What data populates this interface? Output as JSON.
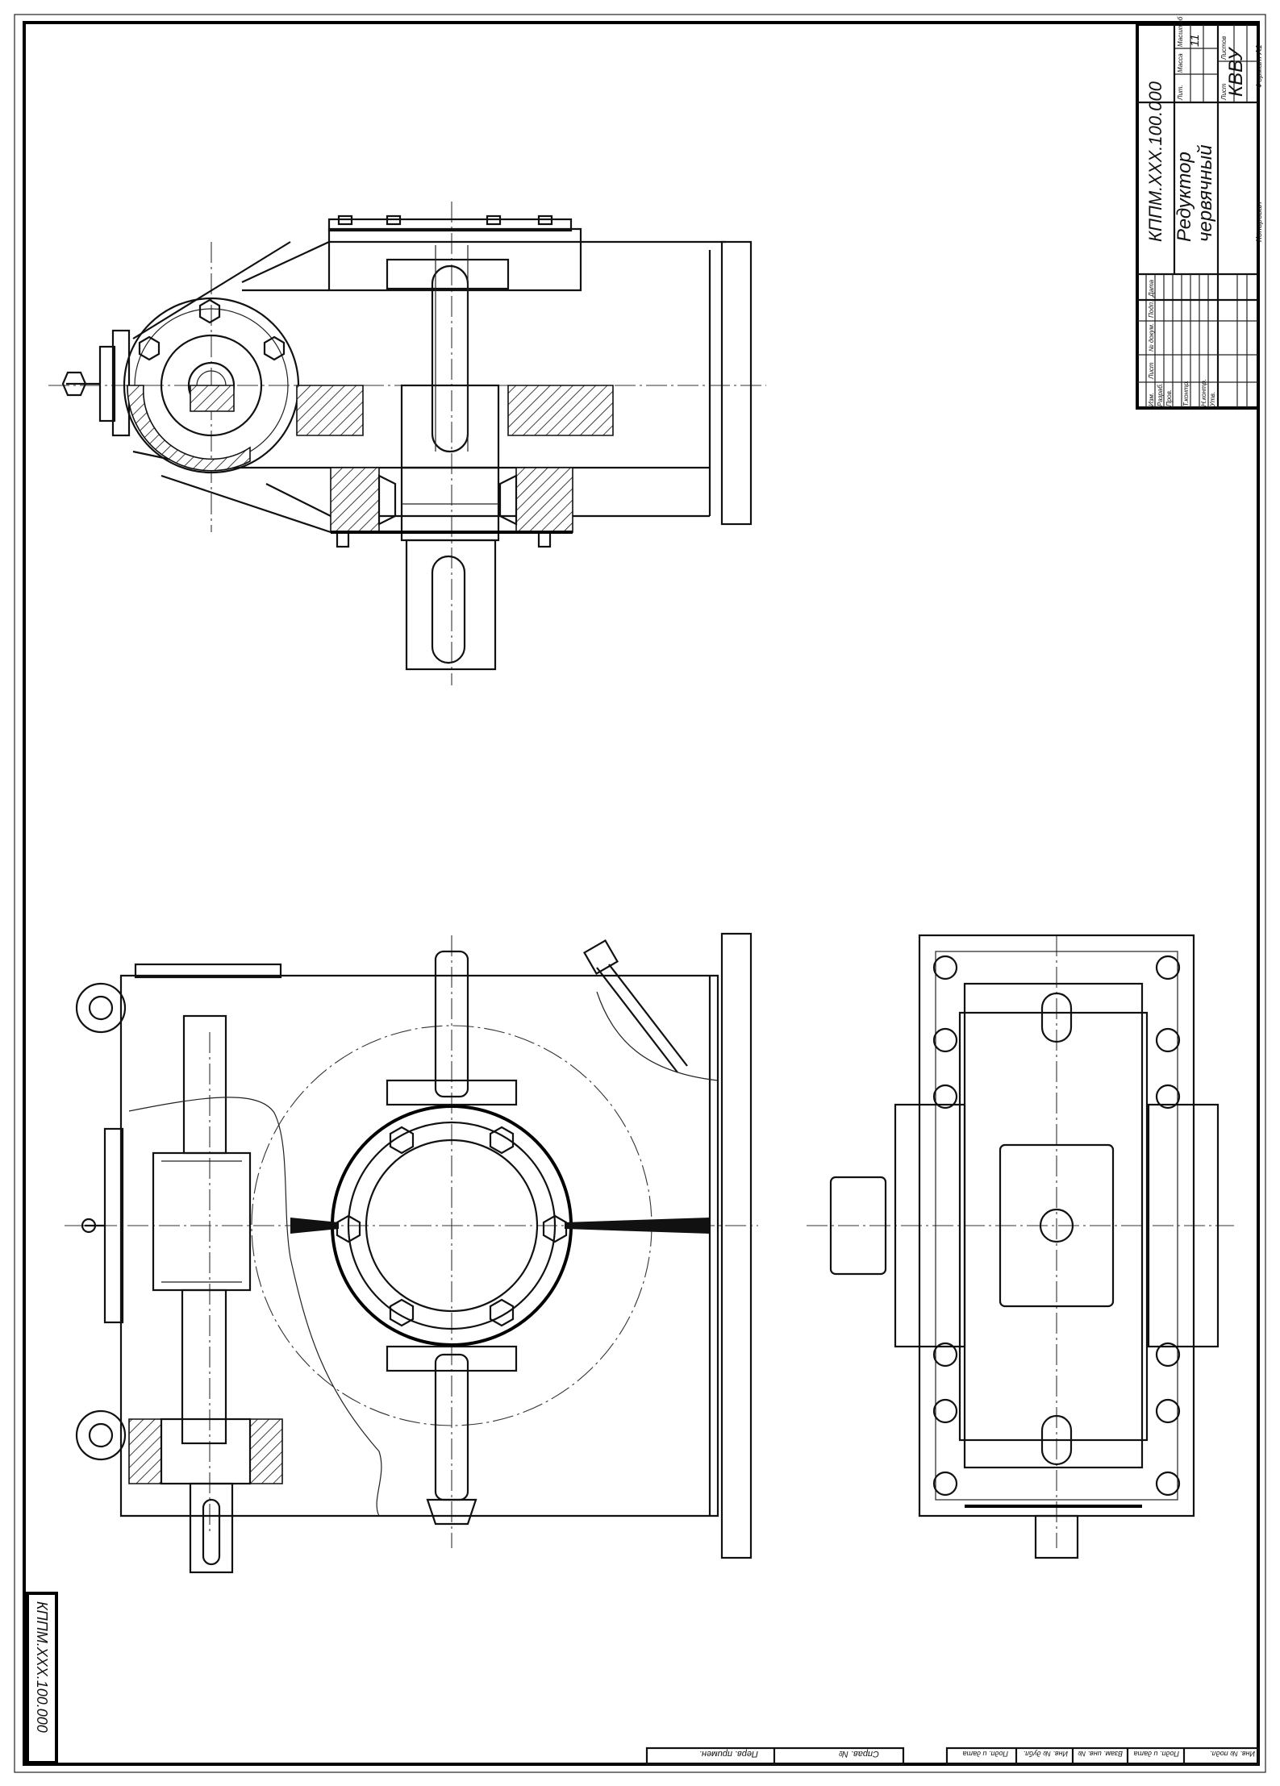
{
  "title_block": {
    "document_code": "КППМ.XXX.100.000",
    "name_line1": "Редуктор",
    "name_line2": "червячный",
    "organization": "КВВУ",
    "sheets_total": "11",
    "format": "Формат  А1",
    "copied": "Копировал",
    "cols_changes": [
      "Изм.",
      "Лист",
      "№ докум.",
      "Подп.",
      "Дата"
    ],
    "rows_roles": [
      "Разраб.",
      "Пров.",
      "Т.контр.",
      "Н.контр.",
      "Утв."
    ],
    "cols_right": [
      "Лит.",
      "Масса",
      "Масштаб"
    ],
    "sheet_labels": [
      "Лист",
      "Листов"
    ]
  },
  "side_stamp": {
    "document_code": "КППМ.XXX.100.000"
  },
  "bottom_strip": {
    "cells_left": [
      "Перв. примен.",
      "Справ. №"
    ],
    "cells_right": [
      "Подп. и дата",
      "Инв. № дубл.",
      "Взам. инв. №",
      "Подп. и дата",
      "Инв. № подл."
    ]
  }
}
